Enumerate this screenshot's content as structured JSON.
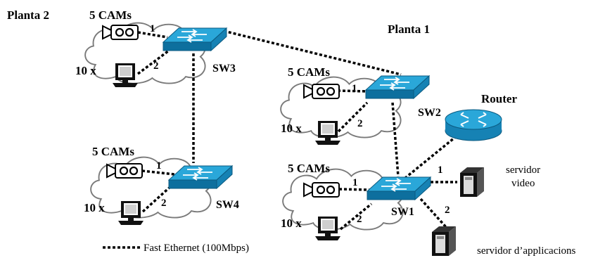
{
  "labels": {
    "planta2": "Planta 2",
    "planta1": "Planta 1",
    "router": "Router",
    "servidor_video_1": "servidor",
    "servidor_video_2": "video",
    "servidor_app": "servidor d’applicacions",
    "legend": "Fast Ethernet (100Mbps)"
  },
  "clusters": [
    {
      "id": "sw3",
      "switch_label": "SW3",
      "cams": "5 CAMs",
      "pcs": "10 x",
      "port_cam": "1",
      "port_pc": "2"
    },
    {
      "id": "sw2",
      "switch_label": "SW2",
      "cams": "5 CAMs",
      "pcs": "10 x",
      "port_cam": "1",
      "port_pc": "2"
    },
    {
      "id": "sw4",
      "switch_label": "SW4",
      "cams": "5 CAMs",
      "pcs": "10 x",
      "port_cam": "1",
      "port_pc": "2"
    },
    {
      "id": "sw1",
      "switch_label": "SW1",
      "cams": "5 CAMs",
      "pcs": "10 x",
      "port_cam": "1",
      "port_pc": "2"
    }
  ],
  "server_ports": {
    "video": "1",
    "app": "2"
  },
  "colors": {
    "switch_top": "#2aa7d9",
    "switch_side": "#1682b4",
    "switch_front": "#0d6f9e",
    "router": "#2aa7d9",
    "cloud_stroke": "#7a7a7a",
    "link": "#000000"
  }
}
